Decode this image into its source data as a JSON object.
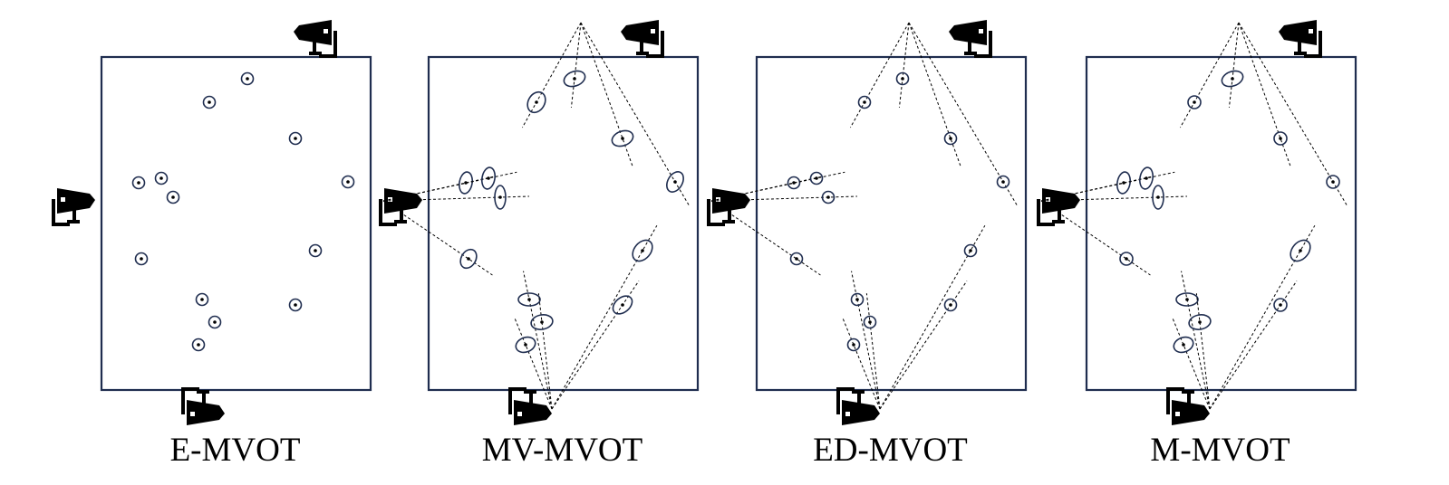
{
  "colors": {
    "box": "#1f2d4f",
    "ring": "#1f2d4f",
    "ray": "#000000",
    "camera": "#000000",
    "background": "#ffffff"
  },
  "icons": [
    "security-camera-icon"
  ],
  "panels": [
    {
      "label": "E-MVOT",
      "mode": "points"
    },
    {
      "label": "MV-MVOT",
      "mode": "ellipses"
    },
    {
      "label": "ED-MVOT",
      "mode": "circles"
    },
    {
      "label": "M-MVOT",
      "mode": "mixed"
    }
  ]
}
